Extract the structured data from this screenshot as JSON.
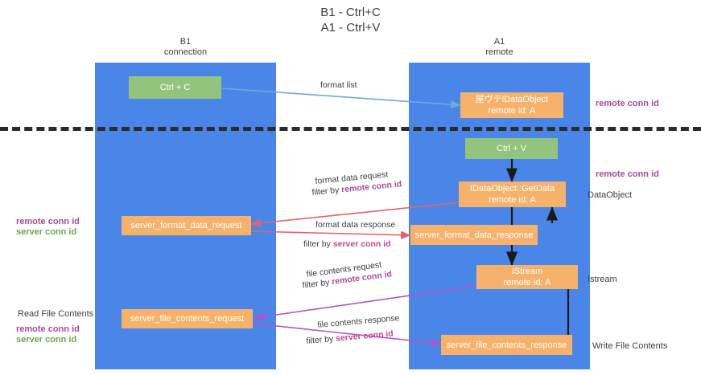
{
  "title": "B1 - Ctrl+C\nA1 - Ctrl+V",
  "columns": {
    "left": {
      "name": "B1",
      "role": "connection",
      "label": "B1\nconnection"
    },
    "right": {
      "name": "A1",
      "role": "remote",
      "label": "A1\nremote"
    }
  },
  "colors": {
    "lane": "#4a86e8",
    "green_node": "#93c47d",
    "orange_node": "#f6b26b",
    "divider": "#2b2b2b",
    "remote_conn_id": "#a64d9a",
    "server_conn_id": "#6aa84f",
    "server_conn_id_label": "#c2488f",
    "arrow_format_list": "#6fa8dc",
    "arrow_black": "#1a1a1a",
    "arrow_red": "#e06666",
    "arrow_purple": "#b452c9",
    "text": "#3c4043",
    "background": "#ffffff"
  },
  "nodes": {
    "ctrl_c": {
      "label": "Ctrl + C",
      "kind": "green"
    },
    "idataobject_remote": {
      "label": "屋ヴテlDataObject\nremote id: A",
      "line1": "屋ヴテlDataObject",
      "line2": "remote id: A",
      "kind": "orange"
    },
    "ctrl_v": {
      "label": "Ctrl + V",
      "kind": "green"
    },
    "getdata": {
      "label": "IDataObject::GetData\nremote id: A",
      "line1": "IDataObject::GetData",
      "line2": "remote id: A",
      "kind": "orange"
    },
    "server_format_data_request": {
      "label": "server_format_data_request",
      "kind": "orange"
    },
    "server_format_data_response": {
      "label": "server_format_data_response",
      "kind": "orange"
    },
    "istream": {
      "label": "IStream\nremote id: A",
      "line1": "IStream",
      "line2": "remote id: A",
      "kind": "orange"
    },
    "server_file_contents_request": {
      "label": "server_file_contents_request",
      "kind": "orange"
    },
    "server_file_contents_response": {
      "label": "server_file_contents_response",
      "kind": "orange"
    }
  },
  "edge_labels": {
    "format_list": "format list",
    "format_data_request": "format data request",
    "format_data_request_filter_prefix": "filter by ",
    "format_data_request_filter_key": "remote conn id",
    "format_data_response": "format data response",
    "format_data_response_filter_prefix": "filter by ",
    "format_data_response_filter_key": "server conn id",
    "file_contents_request": "file contents request",
    "file_contents_request_filter_prefix": "filter by ",
    "file_contents_request_filter_key": "remote conn id",
    "file_contents_response": "file contents response",
    "file_contents_response_filter_prefix": "filter by ",
    "file_contents_response_filter_key": "server conn id"
  },
  "annotations": {
    "right_remote_conn_id_top": "remote conn id",
    "right_remote_conn_id_mid": "remote conn id",
    "right_dataobject": "DataObject",
    "right_istream": "Istream",
    "right_write_file_contents": "Write File Contents",
    "left_remote_conn_id": "remote conn id",
    "left_server_conn_id": "server conn id",
    "left_read_file_contents": "Read File Contents",
    "left_bottom_remote_conn_id": "remote conn id",
    "left_bottom_server_conn_id": "server conn id"
  }
}
